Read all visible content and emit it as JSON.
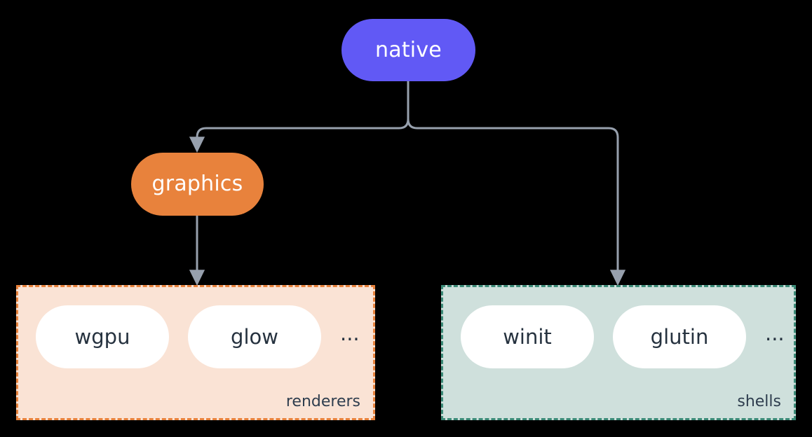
{
  "diagram": {
    "title": "native",
    "background_color": "#000000",
    "edge_color": "#97a0ad"
  },
  "nodes": {
    "native": {
      "label": "native",
      "color": "#6159f5",
      "text_color": "#ffffff"
    },
    "graphics": {
      "label": "graphics",
      "color": "#e8823c",
      "text_color": "#ffffff"
    }
  },
  "groups": [
    {
      "id": "renderers",
      "label": "renderers",
      "fill_color": "#fae3d5",
      "border_color": "#e8823c",
      "items": [
        "wgpu",
        "glow"
      ],
      "overflow": "..."
    },
    {
      "id": "shells",
      "label": "shells",
      "fill_color": "#cfe0dc",
      "border_color": "#3c8b78",
      "items": [
        "winit",
        "glutin"
      ],
      "overflow": "..."
    }
  ],
  "edges": [
    {
      "from": "native",
      "to": "graphics",
      "arrow": "down"
    },
    {
      "from": "native",
      "to": "shells",
      "arrow": "down"
    },
    {
      "from": "graphics",
      "to": "renderers",
      "arrow": "down"
    }
  ]
}
